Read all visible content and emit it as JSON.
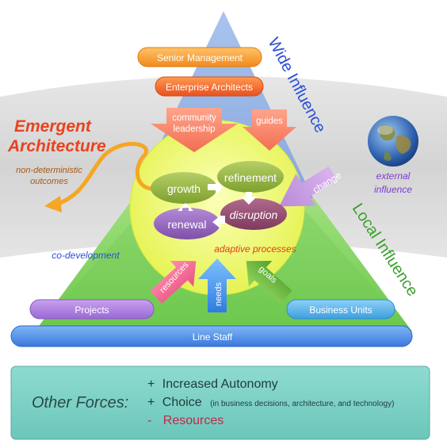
{
  "labels": {
    "senior_management": "Senior Management",
    "enterprise_architects": "Enterprise Architects",
    "community_leadership": "community leadership",
    "guides": "guides",
    "wide_influence": "Wide Influence",
    "local_influence": "Local Influence",
    "emergent_line1": "Emergent",
    "emergent_line2": "Architecture",
    "non_deterministic_line1": "non-deterministic",
    "non_deterministic_line2": "outcomes",
    "external_influence_line1": "external",
    "external_influence_line2": "influence",
    "change": "change",
    "growth": "growth",
    "refinement": "refinement",
    "renewal": "renewal",
    "disruption": "disruption",
    "adaptive_processes": "adaptive processes",
    "co_development": "co-development",
    "resources": "resources",
    "needs": "needs",
    "goals": "goals",
    "projects": "Projects",
    "business_units": "Business Units",
    "line_staff": "Line Staff"
  },
  "other_forces": {
    "title": "Other Forces:",
    "items": [
      {
        "sign": "+",
        "text": "Increased Autonomy",
        "note": ""
      },
      {
        "sign": "+",
        "text": "Choice",
        "note": "(in business decisions, architecture, and technology)"
      },
      {
        "sign": "-",
        "text": "Resources",
        "note": ""
      }
    ]
  },
  "colors": {
    "accent_orange": "#f07a1a",
    "emergent_red": "#e8431e",
    "wide_blue": "#2a4fd6",
    "local_green": "#3aa02c",
    "node_green": "#8fb43a",
    "node_purple": "#8c5fb5",
    "forces_bg": "#7fd3c8"
  }
}
